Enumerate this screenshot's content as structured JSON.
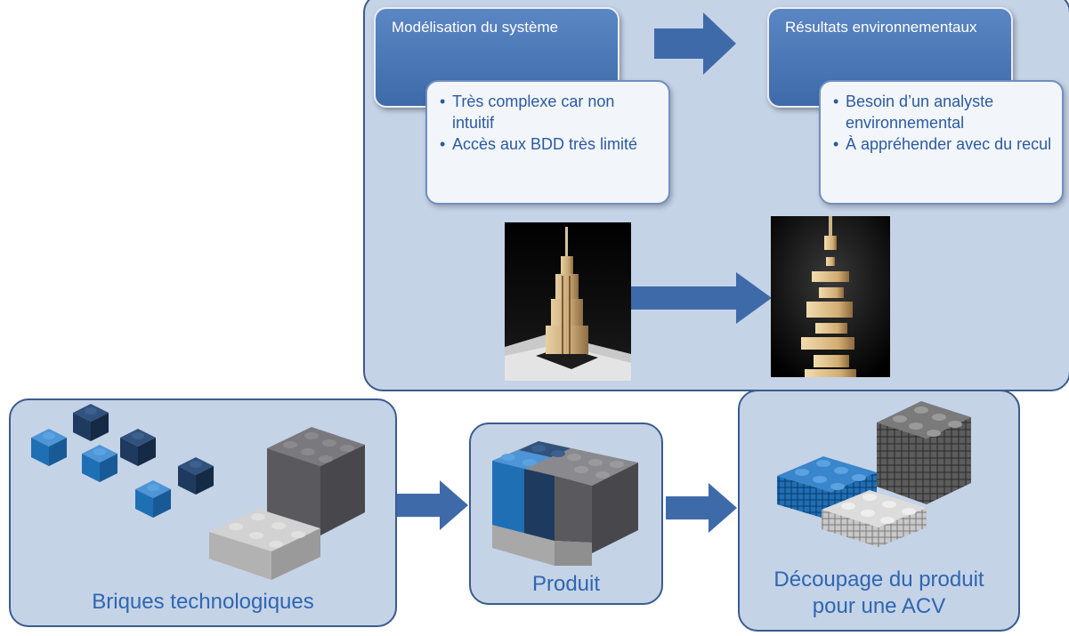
{
  "top": {
    "left": {
      "header": "Modélisation du système",
      "bullets": [
        "Très complexe car non intuitif",
        "Accès aux BDD très limité"
      ]
    },
    "right": {
      "header": "Résultats environnementaux",
      "bullets": [
        "Besoin d’un analyste environnemental",
        "À appréhender avec du recul"
      ]
    }
  },
  "bottom": {
    "left_caption": "Briques technologiques",
    "middle_caption": "Produit",
    "right_caption": "Découpage du produit pour une ACV"
  },
  "colors": {
    "panel": "#c5d3e7",
    "panel_border": "#3b5b8e",
    "arrow": "#3f6aa9",
    "brick_blue": "#1f6fb5",
    "brick_navy": "#1e3a5e",
    "brick_dark_gray": "#5a5a5e",
    "brick_light_gray": "#bdbdbd"
  }
}
